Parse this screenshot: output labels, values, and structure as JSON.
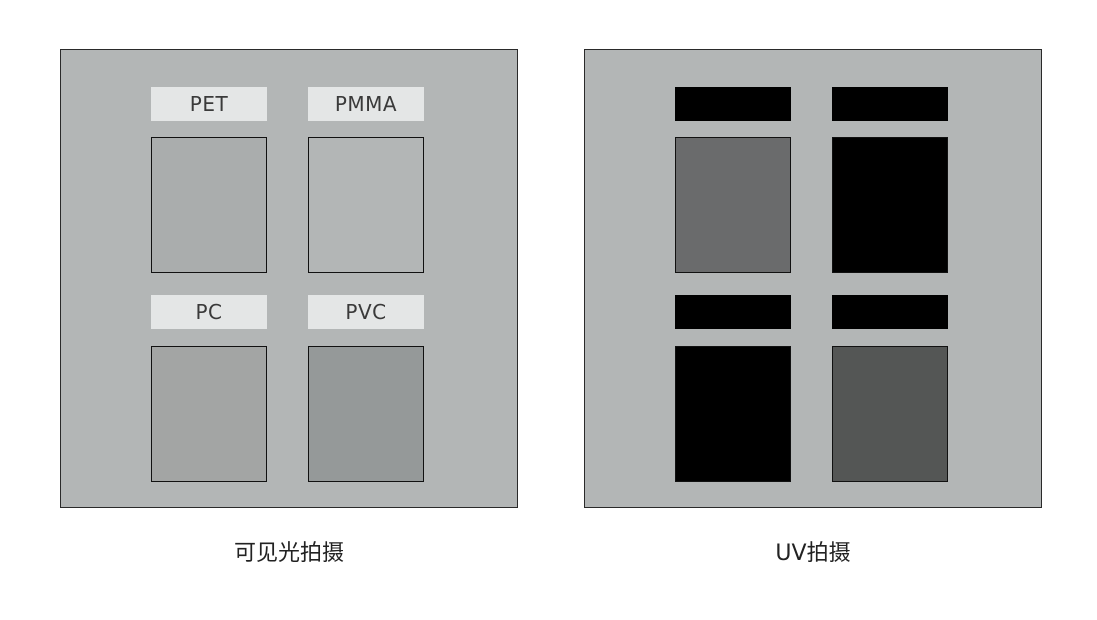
{
  "visible_panel": {
    "caption": "可见光拍摄",
    "label_bg": "#e4e6e6",
    "samples": [
      {
        "label": "PET",
        "color": "#aaadad"
      },
      {
        "label": "PMMA",
        "color": "#b3b6b6"
      },
      {
        "label": "PC",
        "color": "#a3a5a4"
      },
      {
        "label": "PVC",
        "color": "#959999"
      }
    ]
  },
  "uv_panel": {
    "caption": "UV拍摄",
    "label_bg": "#000000",
    "samples": [
      {
        "color": "#6a6b6c"
      },
      {
        "color": "#000000"
      },
      {
        "color": "#000000"
      },
      {
        "color": "#545655"
      }
    ]
  },
  "colors": {
    "panel_bg": "#b3b6b6",
    "border": "#111111"
  }
}
